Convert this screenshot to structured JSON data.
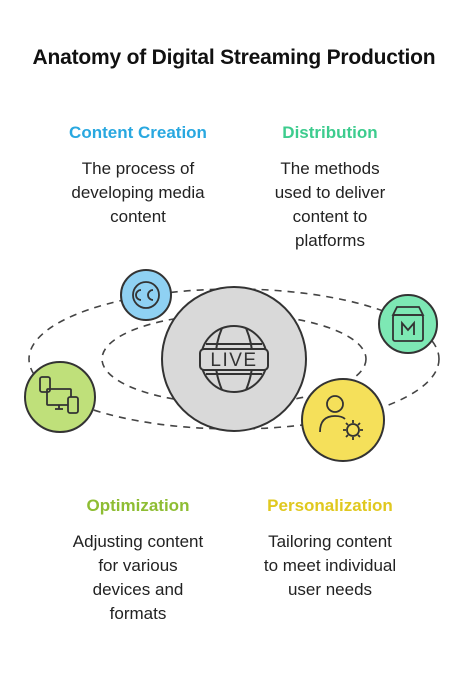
{
  "title": "Anatomy of Digital Streaming Production",
  "hub": {
    "label": "LIVE",
    "icon": "live-icon"
  },
  "colors": {
    "content_creation": "#29a8e0",
    "distribution": "#3dcc8e",
    "optimization": "#8ebd33",
    "personalization": "#e0c81f"
  },
  "sections": {
    "content_creation": {
      "heading": "Content Creation",
      "lines": [
        "The process of",
        "developing media",
        "content"
      ],
      "icon": "closed-captions-icon"
    },
    "distribution": {
      "heading": "Distribution",
      "lines": [
        "The methods",
        "used to deliver",
        "content to",
        "platforms"
      ],
      "icon": "package-icon"
    },
    "optimization": {
      "heading": "Optimization",
      "lines": [
        "Adjusting content",
        "for various",
        "devices and",
        "formats"
      ],
      "icon": "devices-icon"
    },
    "personalization": {
      "heading": "Personalization",
      "lines": [
        "Tailoring content",
        "to meet individual",
        "user needs"
      ],
      "icon": "user-settings-icon"
    }
  }
}
